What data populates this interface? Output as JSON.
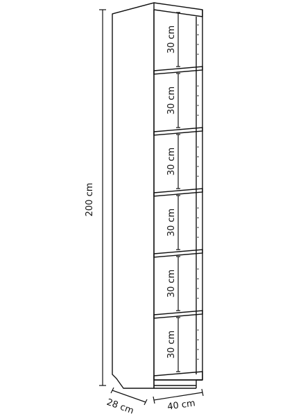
{
  "dimensions": {
    "height_label": "200 cm",
    "depth_label": "28 cm",
    "width_label": "40 cm"
  },
  "shelves": [
    {
      "gap_label": "30 cm"
    },
    {
      "gap_label": "30 cm"
    },
    {
      "gap_label": "30 cm"
    },
    {
      "gap_label": "30 cm"
    },
    {
      "gap_label": "30 cm"
    },
    {
      "gap_label": "30 cm"
    }
  ],
  "colors": {
    "line": "#111111",
    "panel": "#ffffff"
  }
}
